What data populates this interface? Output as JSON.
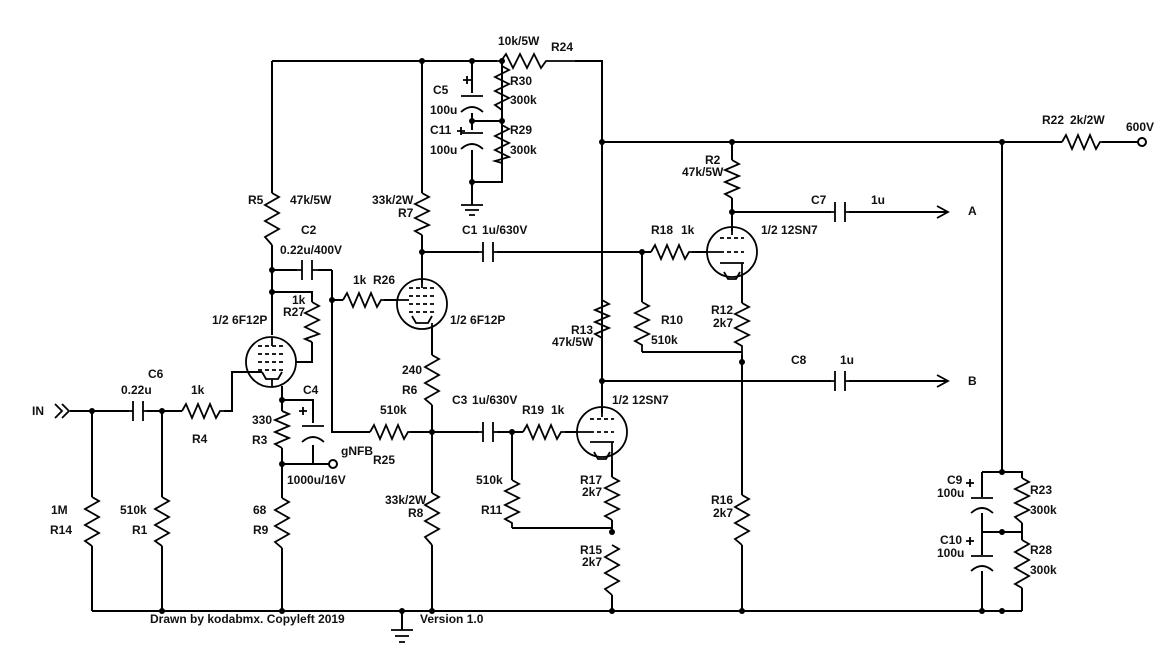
{
  "colors": {
    "wire": "#000000",
    "text": "#111111",
    "background": "#ffffff"
  },
  "labels": {
    "input": "IN",
    "output_a": "A",
    "output_b": "B",
    "supply": "600V",
    "gnfb": "gNFB",
    "credit": "Drawn by kodabmx. Copyleft 2019",
    "version": "Version 1.0"
  },
  "resistors": {
    "r1": {
      "ref": "R1",
      "value": "510k"
    },
    "r2": {
      "ref": "R2",
      "value": "47k/5W"
    },
    "r3": {
      "ref": "R3",
      "value": "330"
    },
    "r4": {
      "ref": "R4",
      "value": "1k"
    },
    "r5": {
      "ref": "R5",
      "value": "47k/5W"
    },
    "r6": {
      "ref": "R6",
      "value": "240"
    },
    "r7": {
      "ref": "R7",
      "value": "33k/2W"
    },
    "r8": {
      "ref": "R8",
      "value": "33k/2W"
    },
    "r9": {
      "ref": "R9",
      "value": "68"
    },
    "r10": {
      "ref": "R10",
      "value": "510k"
    },
    "r11": {
      "ref": "R11",
      "value": "510k"
    },
    "r12": {
      "ref": "R12",
      "value": "2k7"
    },
    "r13": {
      "ref": "R13",
      "value": "47k/5W"
    },
    "r14": {
      "ref": "R14",
      "value": "1M"
    },
    "r15": {
      "ref": "R15",
      "value": "2k7"
    },
    "r16": {
      "ref": "R16",
      "value": "2k7"
    },
    "r17": {
      "ref": "R17",
      "value": "2k7"
    },
    "r18": {
      "ref": "R18",
      "value": "1k"
    },
    "r19": {
      "ref": "R19",
      "value": "1k"
    },
    "r22": {
      "ref": "R22",
      "value": "2k/2W"
    },
    "r23": {
      "ref": "R23",
      "value": "300k"
    },
    "r24": {
      "ref": "R24",
      "value": "10k/5W"
    },
    "r25": {
      "ref": "R25",
      "value": "510k"
    },
    "r26": {
      "ref": "R26",
      "value": "1k"
    },
    "r27": {
      "ref": "R27",
      "value": "1k"
    },
    "r28": {
      "ref": "R28",
      "value": "300k"
    },
    "r29": {
      "ref": "R29",
      "value": "300k"
    },
    "r30": {
      "ref": "R30",
      "value": "300k"
    }
  },
  "capacitors": {
    "c1": {
      "ref": "C1",
      "value": "1u/630V"
    },
    "c2": {
      "ref": "C2",
      "value": "0.22u/400V"
    },
    "c3": {
      "ref": "C3",
      "value": "1u/630V"
    },
    "c4": {
      "ref": "C4",
      "value": "1000u/16V"
    },
    "c5": {
      "ref": "C5",
      "value": "100u"
    },
    "c6": {
      "ref": "C6",
      "value": "0.22u"
    },
    "c7": {
      "ref": "C7",
      "value": "1u"
    },
    "c8": {
      "ref": "C8",
      "value": "1u"
    },
    "c9": {
      "ref": "C9",
      "value": "100u"
    },
    "c10": {
      "ref": "C10",
      "value": "100u"
    },
    "c11": {
      "ref": "C11",
      "value": "100u"
    }
  },
  "tubes": {
    "v1a": {
      "type": "1/2 6F12P"
    },
    "v1b": {
      "type": "1/2 6F12P"
    },
    "v2a": {
      "type": "1/2 12SN7"
    },
    "v2b": {
      "type": "1/2 12SN7"
    }
  }
}
